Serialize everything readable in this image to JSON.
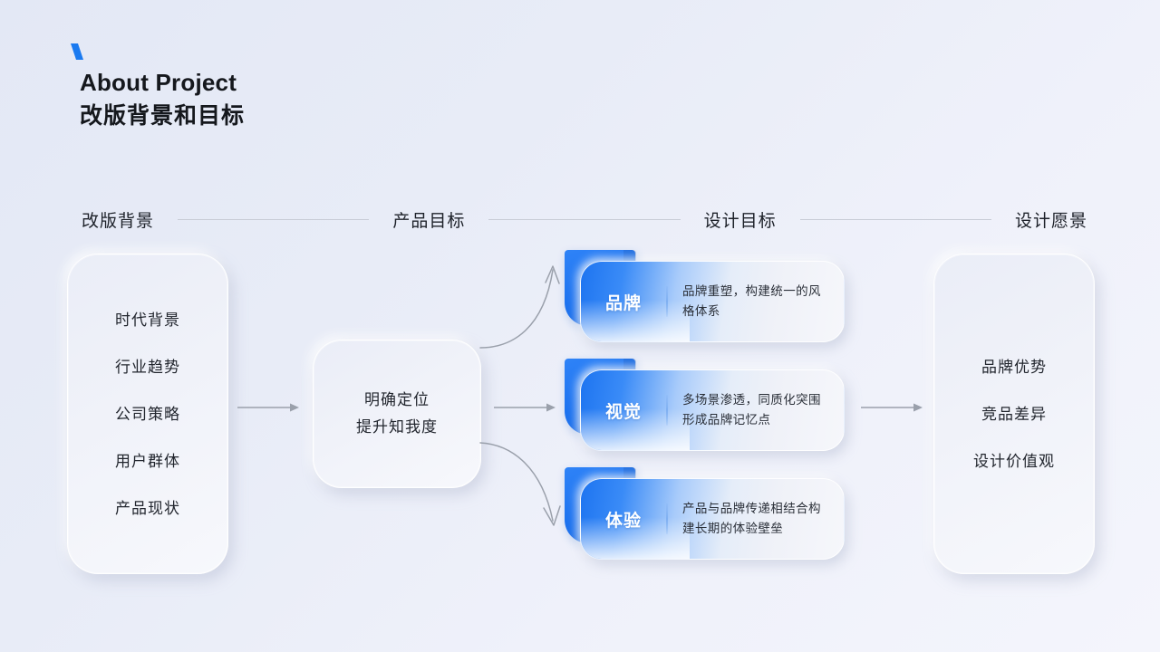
{
  "header": {
    "accent_icon": "slash-accent-icon",
    "title_en": "About Project",
    "title_cn": "改版背景和目标"
  },
  "column_headers": [
    {
      "label": "改版背景"
    },
    {
      "label": "产品目标"
    },
    {
      "label": "设计目标"
    },
    {
      "label": "设计愿景"
    }
  ],
  "background_card": {
    "items": [
      "时代背景",
      "行业趋势",
      "公司策略",
      "用户群体",
      "产品现状"
    ]
  },
  "product_goal_card": {
    "lines": [
      "明确定位",
      "提升知我度"
    ]
  },
  "design_goals": [
    {
      "label": "品牌",
      "text": "品牌重塑，构建统一的风格体系"
    },
    {
      "label": "视觉",
      "text": "多场景渗透，同质化突围形成品牌记忆点"
    },
    {
      "label": "体验",
      "text": "产品与品牌传递相结合构建长期的体验壁垒"
    }
  ],
  "vision_card": {
    "items": [
      "品牌优势",
      "竞品差异",
      "设计价值观"
    ]
  },
  "arrows": [
    {
      "name": "arrow-background-to-goal",
      "kind": "straight"
    },
    {
      "name": "arrow-goal-to-design",
      "kind": "straight"
    },
    {
      "name": "arrow-design-to-vision",
      "kind": "straight"
    },
    {
      "name": "arrow-goal-to-brand",
      "kind": "curve-up"
    },
    {
      "name": "arrow-goal-to-experience",
      "kind": "curve-down"
    }
  ],
  "colors": {
    "accent_blue": "#1d74f0",
    "tab_blue": "#2f83f7",
    "background_start": "#e3e8f5",
    "background_end": "#f4f5fc",
    "text_primary": "#1d2129",
    "rule_gray": "#c8ccd6",
    "arrow_gray": "#9aa0ab"
  }
}
